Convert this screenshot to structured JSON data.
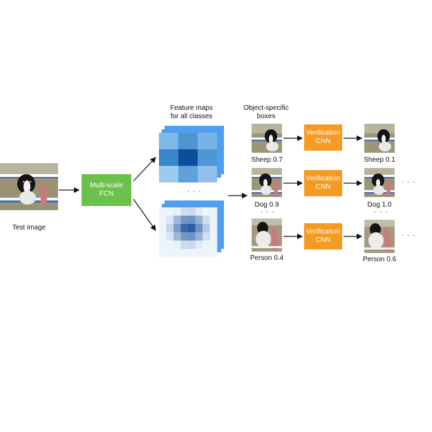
{
  "colors": {
    "fcn_box": "#6cc14d",
    "verification_box": "#f59a23",
    "map_back": "#4f9ef0",
    "arrow": "#111111"
  },
  "input": {
    "caption": "Test image",
    "icon": "dog-photo"
  },
  "fcn": {
    "line1": "Multi-scale",
    "line2": "FCN"
  },
  "feature_maps": {
    "title_line1": "Feature maps",
    "title_line2": "for all classes",
    "ellipsis": "· · ·"
  },
  "boxes_header": {
    "line1": "Object-specific",
    "line2": "boxes"
  },
  "rows": [
    {
      "in_label": "Sheep 0.7",
      "verify_line1": "Verification",
      "verify_line2": "CNN",
      "out_label": "Sheep 0.1"
    },
    {
      "in_label": "Dog 0.9",
      "verify_line1": "Verification",
      "verify_line2": "CNN",
      "out_label": "Dog 1.0",
      "tail": "· · ·"
    },
    {
      "in_label": "Person 0.4",
      "verify_line1": "Verification",
      "verify_line2": "CNN",
      "out_label": "Person 0.6",
      "tail": "· · ·"
    }
  ],
  "row_gap_ellipsis": {
    "left": "· · ·",
    "right": "· · ·"
  }
}
